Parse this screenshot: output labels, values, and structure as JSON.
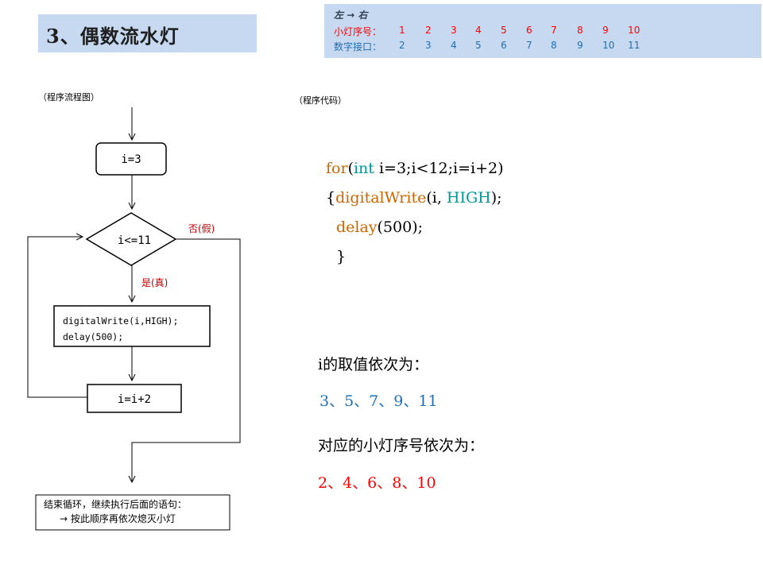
{
  "title": "3、偶数流水灯",
  "mapping": {
    "header": "左 → 右",
    "led_label": "小灯序号：",
    "led_numbers": [
      "1",
      "2",
      "3",
      "4",
      "5",
      "6",
      "7",
      "8",
      "9",
      "10"
    ],
    "pin_label": "数字接口：",
    "pin_numbers": [
      "2",
      "3",
      "4",
      "5",
      "6",
      "7",
      "8",
      "9",
      "10",
      "11"
    ]
  },
  "flowchart": {
    "caption": "（程序流程图）",
    "init": "i=3",
    "condition": "i<=11",
    "false_label": "否(假)",
    "true_label": "是(真)",
    "body_line1": "digitalWrite(i,HIGH);",
    "body_line2": "delay(500);",
    "increment": "i=i+2",
    "end_line1": "结束循环，继续执行后面的语句：",
    "end_line2": "→ 按此顺序再依次熄灭小灯"
  },
  "code": {
    "caption": "（程序代码）",
    "line1": {
      "for": "for",
      "paren": "(",
      "int": "int",
      "rest": " i=3;i<12;i=i+2)"
    },
    "line2": {
      "brace": "{",
      "func": "digitalWrite",
      "args": "(i, ",
      "high": "HIGH",
      "end": ");"
    },
    "line3": {
      "func": "delay",
      "args": "(500);"
    },
    "line4": "}"
  },
  "notes": {
    "i_values_label": "i的取值依次为：",
    "i_values": "3、5、7、9、11",
    "led_values_label": "对应的小灯序号依次为：",
    "led_values": "2、4、6、8、10"
  },
  "colors": {
    "title_bg": "#c6d9f1",
    "red": "#ff0000",
    "blue": "#1f6fb5"
  }
}
